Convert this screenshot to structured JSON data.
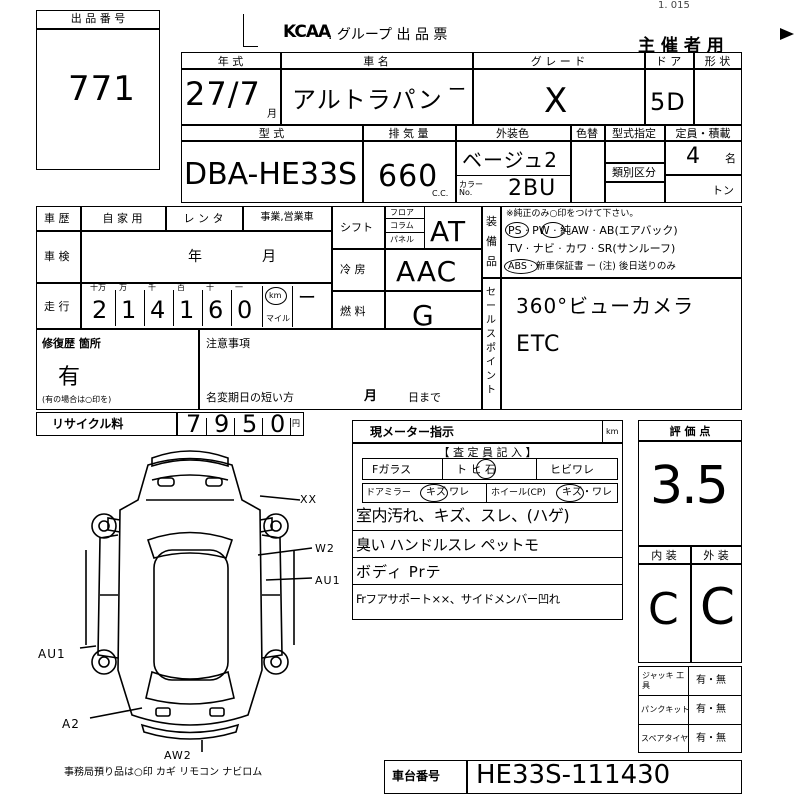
{
  "header": {
    "lot_label": "出 品 番 号",
    "lot_number": "771",
    "group_brand": "KCAA",
    "group_title": ". グループ  出 品 票",
    "host_label": "主 催 者 用",
    "corner_mark": "1. 015"
  },
  "row1": {
    "year_label": "年 式",
    "year_value": "27/7",
    "year_unit": "月",
    "car_label": "車 名",
    "car_value": "アルトラパン",
    "car_dash": "ー",
    "grade_label": "グ レ ー ド",
    "grade_value": "X",
    "door_label": "ド ア",
    "door_value": "5D",
    "shape_label": "形 状"
  },
  "row2": {
    "model_label": "型 式",
    "model_value": "DBA-HE33S",
    "disp_label": "排 気 量",
    "disp_value": "660",
    "disp_unit": "C.C.",
    "color_label": "外装色",
    "color_value": "ベージュ2",
    "color_no_label": "カラー No.",
    "color_no_value": "2BU",
    "color_change_label": "色替",
    "type_spec_label": "型式指定",
    "class_label": "類別区分",
    "capacity_label": "定員・積載",
    "capacity_value": "4",
    "capacity_unit": "名",
    "ton_unit": "トン"
  },
  "history": {
    "label": "車 歴",
    "opt1": "自 家 用",
    "opt2": "レ ン タ",
    "opt3": "事業,営業車"
  },
  "inspection": {
    "label": "車 検",
    "year_unit": "年",
    "month_unit": "月"
  },
  "mileage": {
    "label": "走 行",
    "digit_labels": [
      "十万",
      "万",
      "千",
      "百",
      "十",
      "一"
    ],
    "digits": [
      "2",
      "1",
      "4",
      "1",
      "6",
      "0"
    ],
    "km_label": "km",
    "mile_label": "マイル",
    "mark": "ー"
  },
  "shift": {
    "label": "シフト",
    "opts": [
      "フロア",
      "コラム",
      "パネル"
    ],
    "value": "AT"
  },
  "aircon": {
    "label": "冷 房",
    "value": "AAC"
  },
  "fuel": {
    "label": "燃 料",
    "value": "G"
  },
  "equipment": {
    "side_label": "装 備 品",
    "note": "※純正のみ○印をつけて下さい。",
    "line1": "PS · PW · 純AW · AB(エアバック)",
    "line2": "TV · ナビ · カワ · SR(サンルーフ)",
    "line3": "ABS · 新車保証書 ー (注) 後日送りのみ"
  },
  "sales_point": {
    "side_label": "セールスポイント",
    "line1": "360°ビューカメラ",
    "line2": "ETC"
  },
  "repair": {
    "label": "修復歴 箇所",
    "value": "有",
    "note": "(有の場合は○印を)"
  },
  "notes": {
    "label": "注意事項",
    "rename_label": "名変期日の短い方",
    "month_unit": "月",
    "day_unit": "日まで"
  },
  "recycle": {
    "label": "リサイクル料",
    "digits": [
      "7",
      "9",
      "5",
      "0"
    ],
    "yen": "円"
  },
  "meter": {
    "label": "現メーター指示",
    "unit": "km"
  },
  "inspector": {
    "title": "【 査 定 員 記 入 】",
    "glass_label": "Fガラス",
    "glass_opts": "ト ヒ 石",
    "glass_crack": "ヒビワレ",
    "mirror_label": "ドアミラー",
    "mirror_opts": "キズ ワレ",
    "wheel_label": "ホイール(CP)",
    "wheel_opts": "キズ・ワレ",
    "remarks": [
      "室内汚れ、キズ、スレ、(ハゲ)",
      "臭い ハンドルスレ ペットモ",
      "ボディ Prテ",
      "Frフアサポート××、サイドメンバー凹れ"
    ]
  },
  "grade_box": {
    "label": "評 価 点",
    "value": "3.5",
    "interior_label": "内 装",
    "exterior_label": "外 装",
    "interior_value": "C",
    "exterior_value": "C"
  },
  "tools": {
    "jack_label": "ジャッキ 工 具",
    "puncture_label": "パンクキット",
    "spare_label": "スペアタイヤ",
    "yes_no": "有・無"
  },
  "diagram": {
    "marks": [
      "XX",
      "W2",
      "AU1",
      "AU1",
      "A2",
      "AW2"
    ]
  },
  "footer": {
    "office_note": "事務局預り品は○印   カギ  リモコン  ナビロム",
    "chassis_label": "車台番号",
    "chassis_value": "HE33S-111430"
  }
}
